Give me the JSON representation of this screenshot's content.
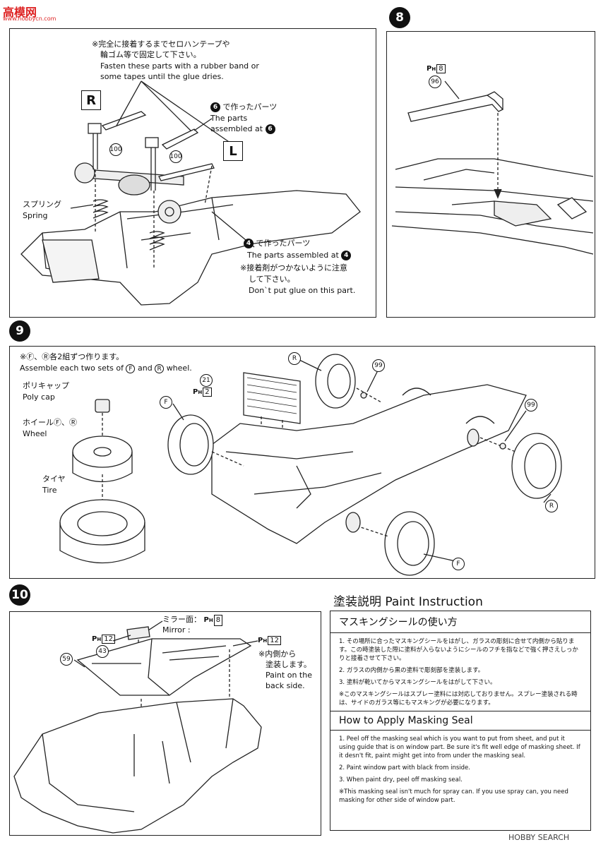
{
  "watermark": {
    "site_logo": "高模网",
    "site_url": "www.hobbycn.com",
    "footer_brand": "HOBBY SEARCH"
  },
  "step7": {
    "note_jp": "※完全に接着するまでセロハンテープや",
    "note_jp2": "輪ゴム等で固定して下さい。",
    "note_en": "Fasten these parts with a rubber band or",
    "note_en2": "some tapes until the glue dries.",
    "label_r": "R",
    "label_l": "L",
    "from6_step": "6",
    "from6_jp": "で作ったパーツ",
    "from6_en": "The parts",
    "from6_en2": "assembled at",
    "part100a": "100",
    "part100b": "100",
    "spring_jp": "スプリング",
    "spring_en": "Spring",
    "from4_step": "4",
    "from4_jp": "で作ったパーツ",
    "from4_en": "The parts assembled at",
    "noglue_jp": "※接着剤がつかないように注意",
    "noglue_jp2": "して下さい。",
    "noglue_en": "Don`t put glue on this part."
  },
  "step8": {
    "number": "8",
    "part": "96",
    "paint_code": "8",
    "paint_prefix": "P",
    "paint_sub": "H"
  },
  "step9": {
    "number": "9",
    "note_jp": "※Ⓕ、Ⓡ各2組ずつ作ります。",
    "note_en": "Assemble each two sets of",
    "note_en_f": "F",
    "note_en_and": "and",
    "note_en_r": "R",
    "note_en_end": "wheel.",
    "polycap_jp": "ポリキャップ",
    "polycap_en": "Poly cap",
    "wheel_jp": "ホイールⒻ、Ⓡ",
    "wheel_en": "Wheel",
    "tire_jp": "タイヤ",
    "tire_en": "Tire",
    "part21": "21",
    "paint21": "2",
    "part99a": "99",
    "part99b": "99",
    "label_f1": "F",
    "label_f2": "F",
    "label_r1": "R",
    "label_r2": "R"
  },
  "step10": {
    "number": "10",
    "mirror_jp": "ミラー面：",
    "mirror_paint": "8",
    "mirror_en": "Mirror :",
    "paint43": "12",
    "part43": "43",
    "part59": "59",
    "paint_body": "12",
    "inside_jp": "※内側から",
    "inside_jp2": "塗装します。",
    "inside_en": "Paint on the",
    "inside_en2": "back side."
  },
  "paint_instruction": {
    "title": "塗装説明 Paint Instruction",
    "jp_header": "マスキングシールの使い方",
    "jp_items": [
      "1. その場所に合ったマスキングシールをはがし、ガラスの彫刻に合せて内側から貼ります。この時塗装した際に塗料が入らないようにシールのフチを指などで強く押さえしっかりと接着させて下さい。",
      "2. ガラスの内側から黒の塗料で彫刻部を塗装します。",
      "3. 塗料が乾いてからマスキングシールをはがして下さい。",
      "※このマスキングシールはスプレー塗料には対応しておりません。スプレー塗装される時は、サイドのガラス等にもマスキングが必要になります。"
    ],
    "en_header": "How to Apply Masking Seal",
    "en_items": [
      "1. Peel off the masking seal which is you want to put from sheet, and put it using guide that is on window part. Be sure it's fit well edge of masking sheet. If it desn't fit, paint might get into from under the masking seal.",
      "2. Paint window part with black from inside.",
      "3. When paint dry, peel off masking seal.",
      "※This masking seal isn't much for spray can. If you use spray can, you need masking for other side of window part."
    ]
  }
}
